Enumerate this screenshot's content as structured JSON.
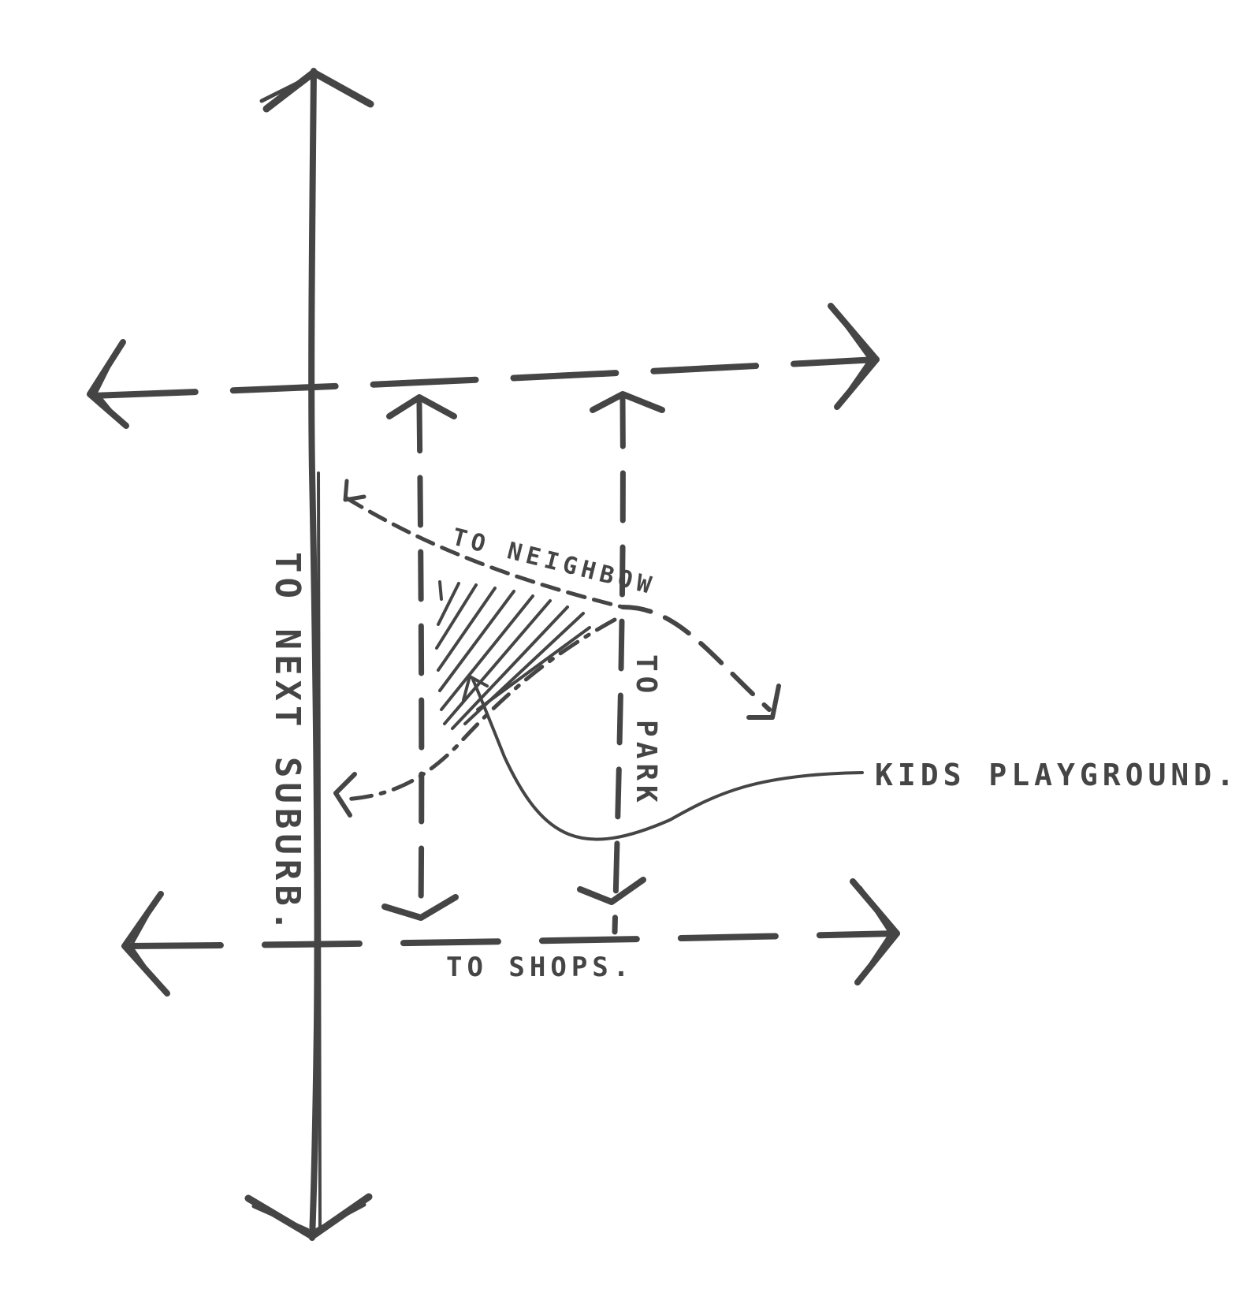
{
  "labels": {
    "next_suburb": "TO NEXT SUBURB.",
    "neighbour": "TO NEIGHBOW",
    "park": "TO PARK",
    "shops": "TO SHOPS.",
    "playground": "KIDS PLAYGROUND."
  },
  "colors": {
    "ink": "#454545",
    "paper": "#ffffff"
  }
}
